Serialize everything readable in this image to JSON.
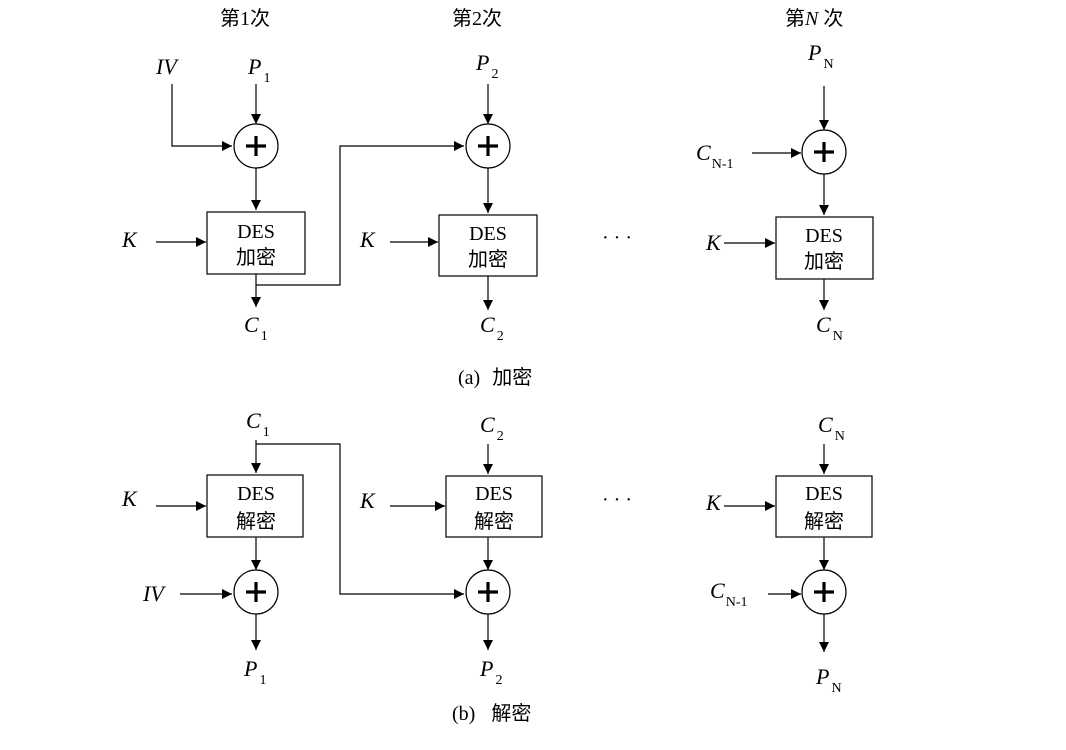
{
  "column_headers": {
    "round1": "第1次",
    "round2_prefix": "第2次",
    "roundN_prefix": "第",
    "roundN_var": "N",
    "roundN_suffix": " 次"
  },
  "symbols": {
    "iv": "IV",
    "key": "K",
    "plaintext": "P",
    "ciphertext": "C",
    "sub_1": "1",
    "sub_2": "2",
    "sub_N": "N",
    "sub_N_minus_1": "N",
    "minus_one": "-1"
  },
  "des_label": "DES",
  "encrypt_label": "加密",
  "decrypt_label": "解密",
  "xor_symbol": "+",
  "ellipsis": "· · ·",
  "captions": {
    "encryption": {
      "tag": "(a)",
      "text": "加密"
    },
    "decryption": {
      "tag": "(b)",
      "text": "解密"
    }
  }
}
